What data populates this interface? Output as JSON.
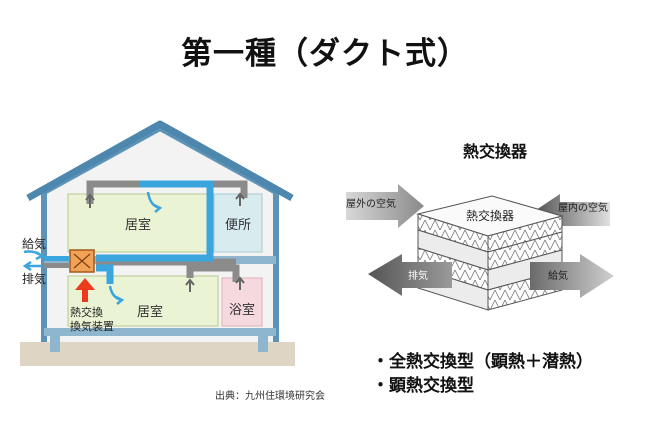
{
  "title": "第一種（ダクト式）",
  "house": {
    "room_upper_left": "居室",
    "room_upper_right": "便所",
    "room_lower_left": "居室",
    "room_lower_right": "浴室",
    "supply_label": "給気",
    "exhaust_label": "排気",
    "unit_label_line1": "熱交換",
    "unit_label_line2": "換気装置"
  },
  "source": "出典：九州住環境研究会",
  "exchanger": {
    "title": "熱交換器",
    "core_label": "熱交換器",
    "outdoor_air": "屋外の空気",
    "indoor_air": "屋内の空気",
    "exhaust": "排気",
    "supply": "給気"
  },
  "bullets": [
    "・全熱交換型（顕熱＋潜熱）",
    "・顕熱交換型"
  ],
  "colors": {
    "duct_blue": "#3aa6dd",
    "duct_gray": "#8b8b8b",
    "room_green": "#eaf3d4",
    "bath_pink": "#f6d9df",
    "toilet_blue": "#d8ecf0",
    "frame_blue": "#5d93b6",
    "arrow_red": "#ee3a1c"
  }
}
